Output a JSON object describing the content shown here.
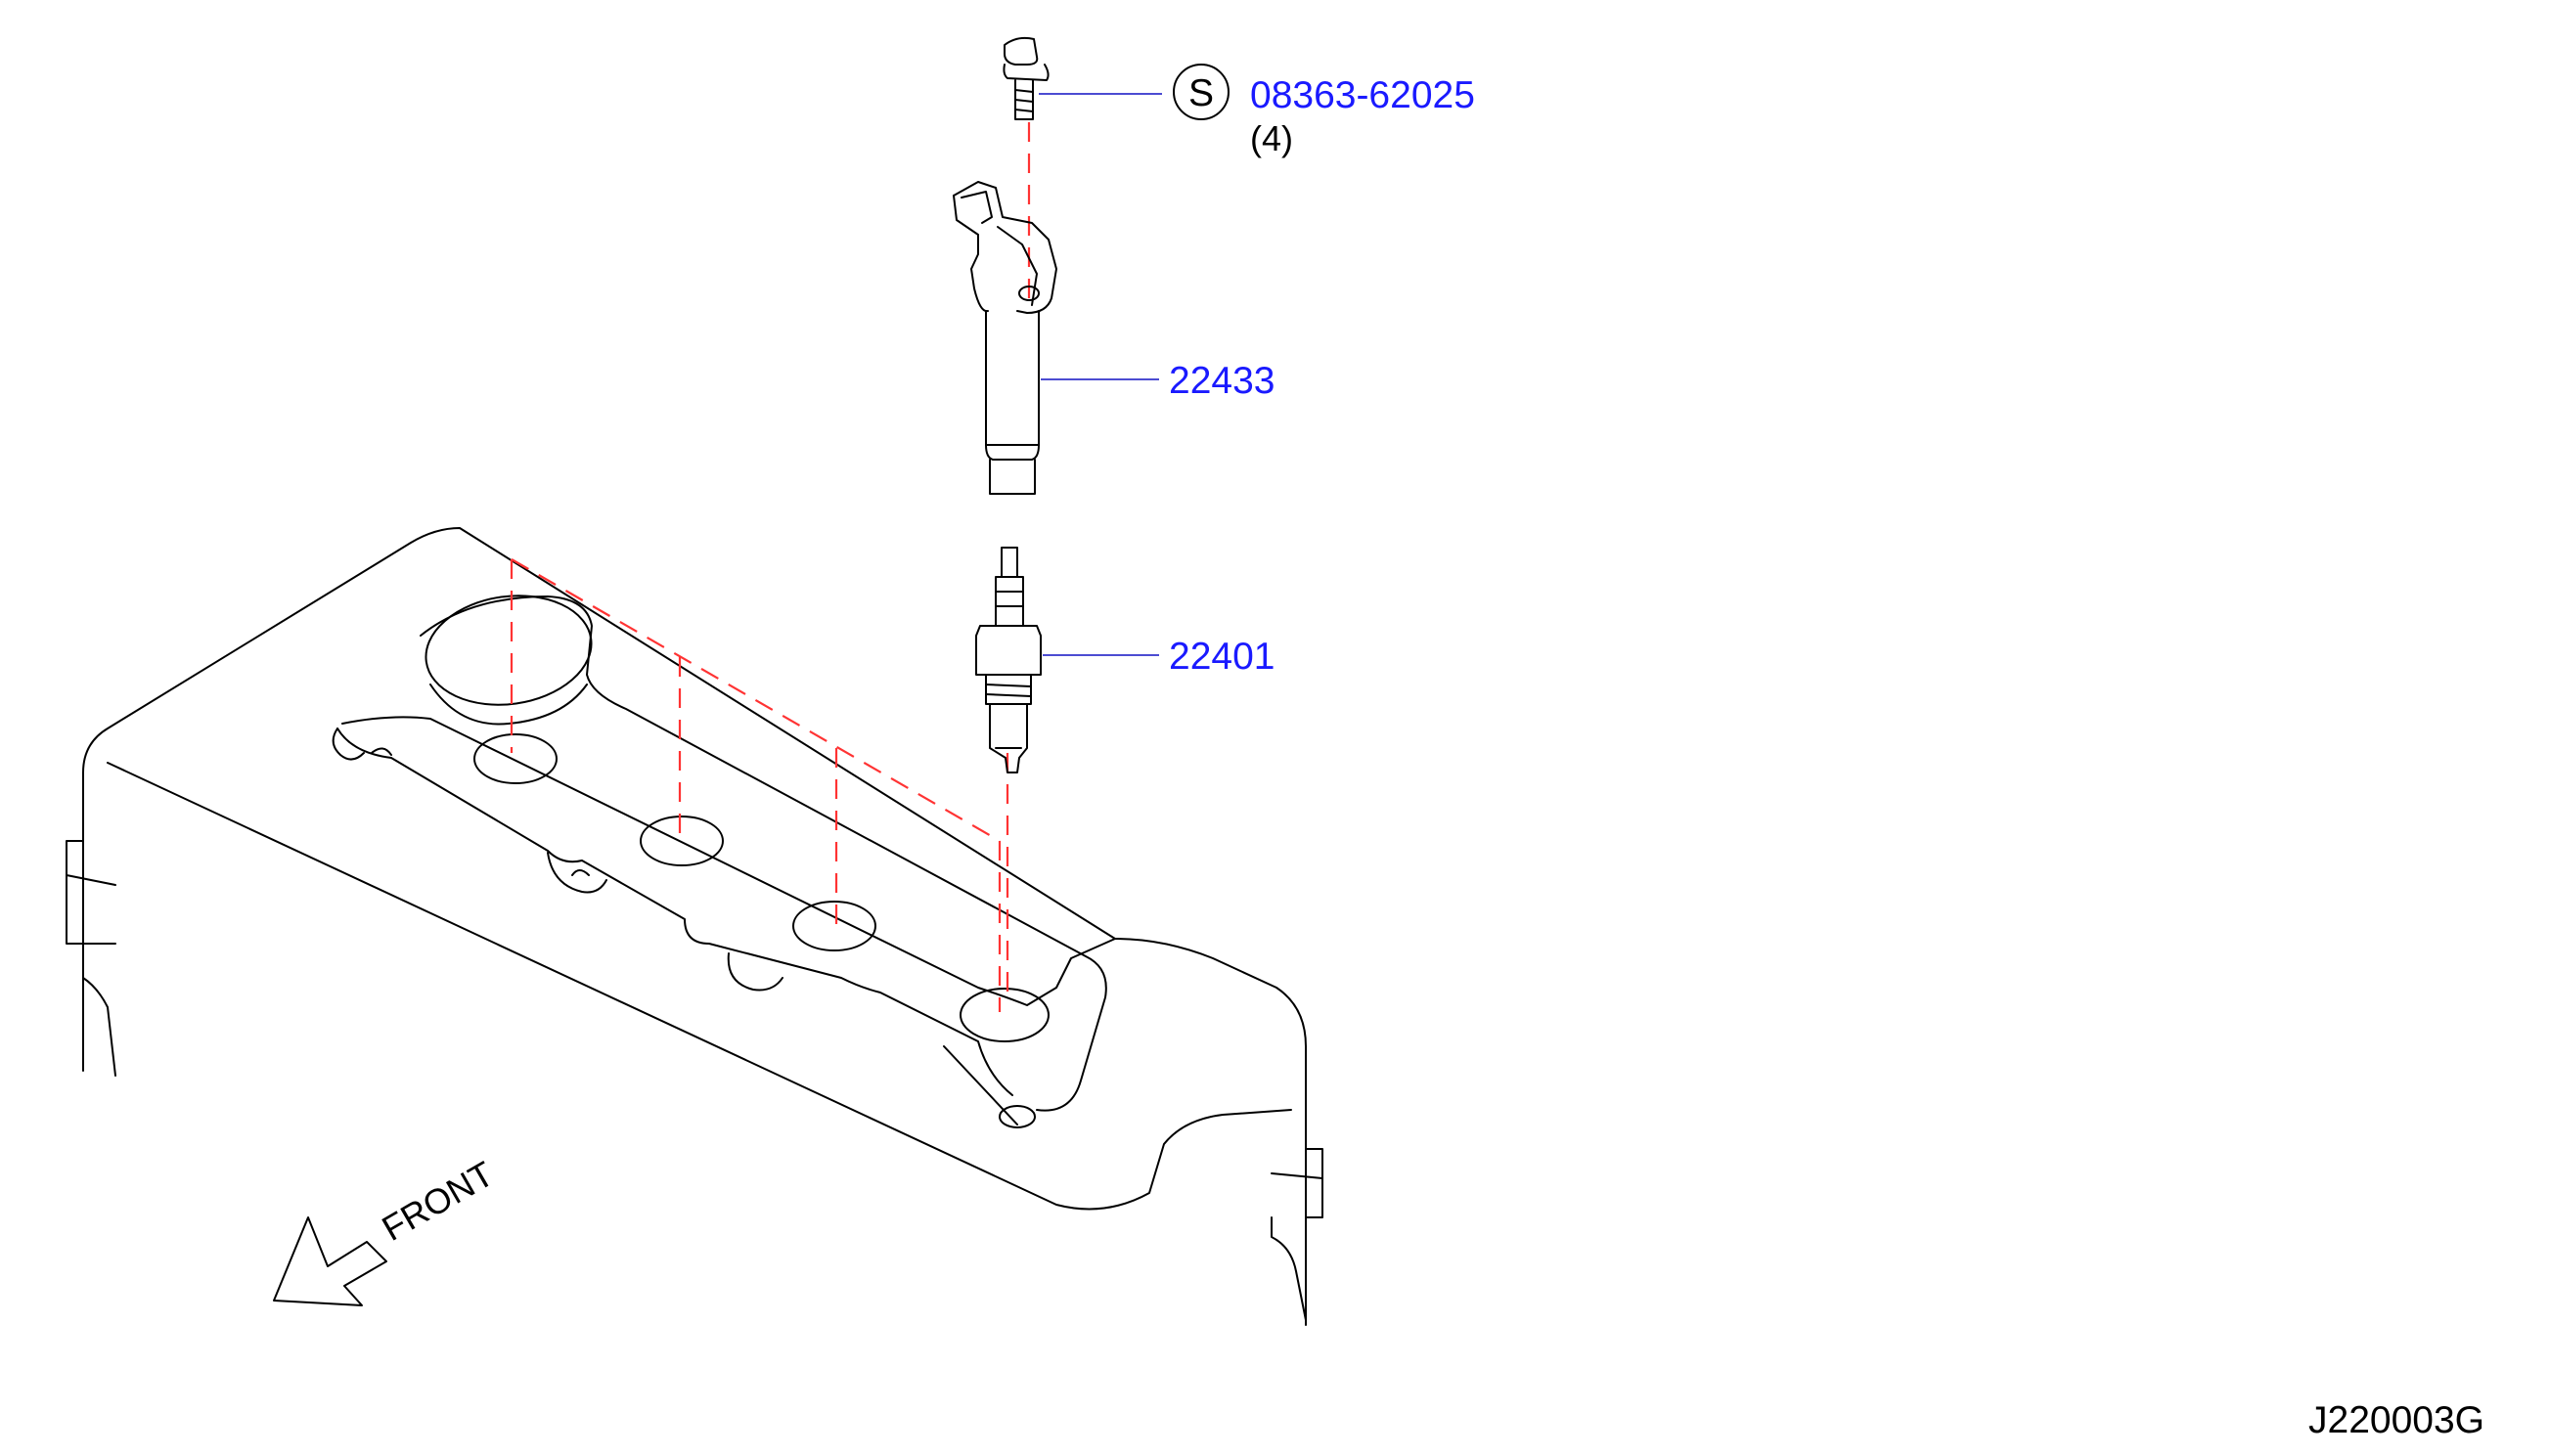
{
  "parts": {
    "bolt": {
      "number": "08363-62025",
      "marker": "S",
      "qty": "(4)"
    },
    "coil": {
      "number": "22433"
    },
    "plug": {
      "number": "22401"
    }
  },
  "front_label": "FRONT",
  "diagram_code": "J220003G",
  "colors": {
    "link": "#1a1aff",
    "assembly_dash": "#ff3333",
    "leader": "#3333cc",
    "outline": "#000000"
  }
}
